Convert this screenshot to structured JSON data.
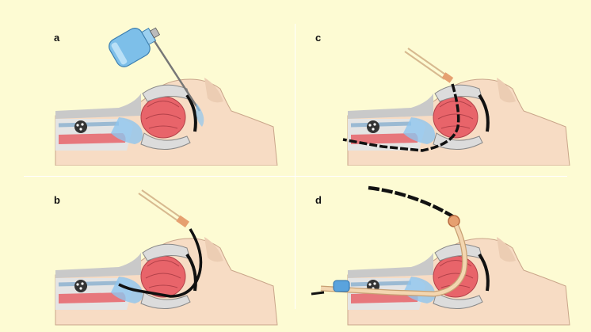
{
  "panels": [
    {
      "label": "a"
    },
    {
      "label": "c"
    },
    {
      "label": "b"
    },
    {
      "label": "d"
    }
  ],
  "colors": {
    "background": "#fdfbd3",
    "skin": "#f7dcc4",
    "brain_gray": "#c9c9c9",
    "tongue_red": "#e8646a",
    "airway_blue": "#8fc6ef",
    "tube_black": "#111111",
    "tube_beige": "#f3d6b0",
    "connector_orange": "#e6a070",
    "bottle_blue": "#7dbfe9",
    "balloon_blue": "#5aa3dd"
  },
  "icons": [
    "spray-bottle-icon",
    "endoscope-icon",
    "endotracheal-tube-icon"
  ]
}
